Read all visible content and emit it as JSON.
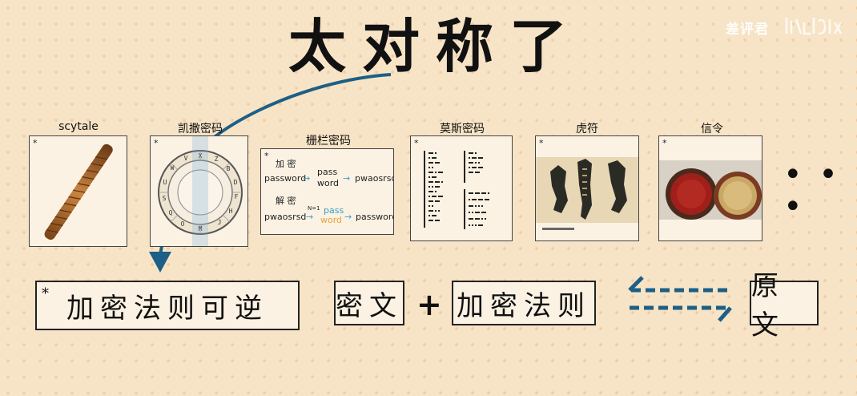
{
  "brand": {
    "name": "差评君"
  },
  "title": "太对称了",
  "cards": [
    {
      "label": "scytale",
      "star": "*"
    },
    {
      "label": "凯撒密码",
      "star": "*"
    },
    {
      "label": "栅栏密码",
      "star": "*",
      "encrypt_label": "加 密",
      "decrypt_label": "解 密",
      "plain": "password",
      "cipher": "pwaosrsd",
      "split_top": "pass",
      "split_bottom": "word",
      "n_label": "N=1"
    },
    {
      "label": "莫斯密码",
      "star": "*"
    },
    {
      "label": "虎符",
      "star": "*"
    },
    {
      "label": "信令",
      "star": "*"
    }
  ],
  "more": "• • •",
  "bottom": {
    "rule_star": "*",
    "rule_text": "加密法则可逆",
    "ciphertext": "密文",
    "plus": "+",
    "rule2": "加密法则",
    "plaintext": "原文"
  },
  "colors": {
    "accent": "#1d5f86",
    "background": "#f7e4c6"
  }
}
